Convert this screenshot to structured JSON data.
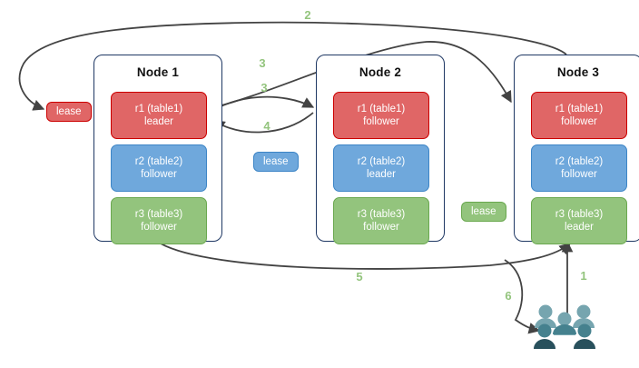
{
  "diagram": {
    "title": "Raft multi-node lease and replica routing diagram",
    "colors": {
      "red_fill": "#e06666",
      "red_border": "#cc0000",
      "blue_fill": "#6fa8dc",
      "blue_border": "#3d85c6",
      "green_fill": "#93c47d",
      "green_border": "#6aa84f",
      "node_border": "#1f3864",
      "arrow": "#434343",
      "step_label": "#93c47d",
      "users_light": "#76a5af",
      "users_dark": "#45818e",
      "users_darkest": "#28505c"
    }
  },
  "nodes": [
    {
      "title": "Node 1",
      "replicas": [
        {
          "name": "r1 (table1)",
          "role": "leader",
          "color": "red"
        },
        {
          "name": "r2 (table2)",
          "role": "follower",
          "color": "blue"
        },
        {
          "name": "r3 (table3)",
          "role": "follower",
          "color": "green"
        }
      ]
    },
    {
      "title": "Node 2",
      "replicas": [
        {
          "name": "r1 (table1)",
          "role": "follower",
          "color": "red"
        },
        {
          "name": "r2 (table2)",
          "role": "leader",
          "color": "blue"
        },
        {
          "name": "r3 (table3)",
          "role": "follower",
          "color": "green"
        }
      ]
    },
    {
      "title": "Node 3",
      "replicas": [
        {
          "name": "r1 (table1)",
          "role": "follower",
          "color": "red"
        },
        {
          "name": "r2 (table2)",
          "role": "follower",
          "color": "blue"
        },
        {
          "name": "r3 (table3)",
          "role": "leader",
          "color": "green"
        }
      ]
    }
  ],
  "leases": [
    {
      "label": "lease",
      "color": "red"
    },
    {
      "label": "lease",
      "color": "blue"
    },
    {
      "label": "lease",
      "color": "green"
    }
  ],
  "steps": [
    {
      "label": "1"
    },
    {
      "label": "2"
    },
    {
      "label": "3"
    },
    {
      "label": "3"
    },
    {
      "label": "4"
    },
    {
      "label": "5"
    },
    {
      "label": "6"
    }
  ],
  "icons": {
    "users": "users-group-icon"
  }
}
